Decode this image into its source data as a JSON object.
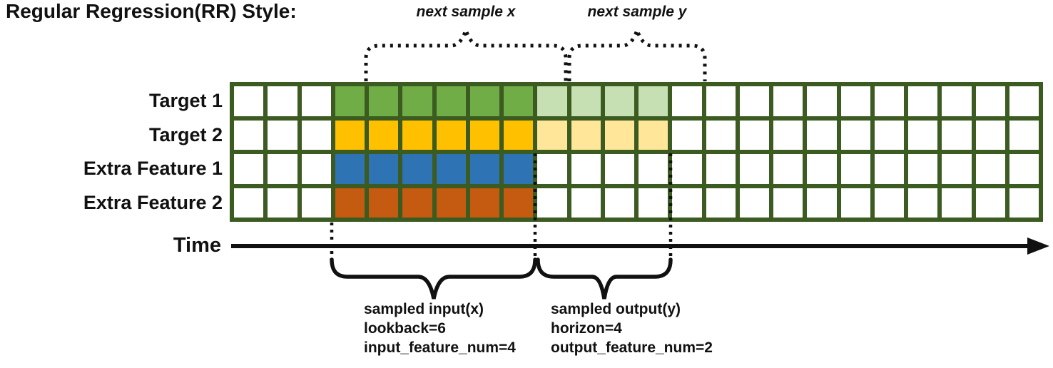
{
  "title": "Regular Regression(RR) Style:",
  "top_annotations": {
    "next_sample_x": "next sample x",
    "next_sample_y": "next sample y"
  },
  "grid": {
    "num_columns": 24,
    "empty_leading_columns": 3,
    "lookback": 6,
    "horizon": 4,
    "line_color": "#3B5B20",
    "empty_cell_color": "#FFFFFF",
    "rows": [
      {
        "label": "Target 1",
        "input_color": "#70AD47",
        "output_color": "#C6E0B4"
      },
      {
        "label": "Target 2",
        "input_color": "#FFC000",
        "output_color": "#FFE699"
      },
      {
        "label": "Extra Feature 1",
        "input_color": "#2E74B5",
        "output_color": null
      },
      {
        "label": "Extra Feature 2",
        "input_color": "#C55A11",
        "output_color": null
      }
    ]
  },
  "time_axis": {
    "label": "Time"
  },
  "bottom_annotations": {
    "input": {
      "title": "sampled input(x)",
      "line2": "lookback=6",
      "line3": "input_feature_num=4"
    },
    "output": {
      "title": "sampled output(y)",
      "line2": "horizon=4",
      "line3": "output_feature_num=2"
    }
  }
}
